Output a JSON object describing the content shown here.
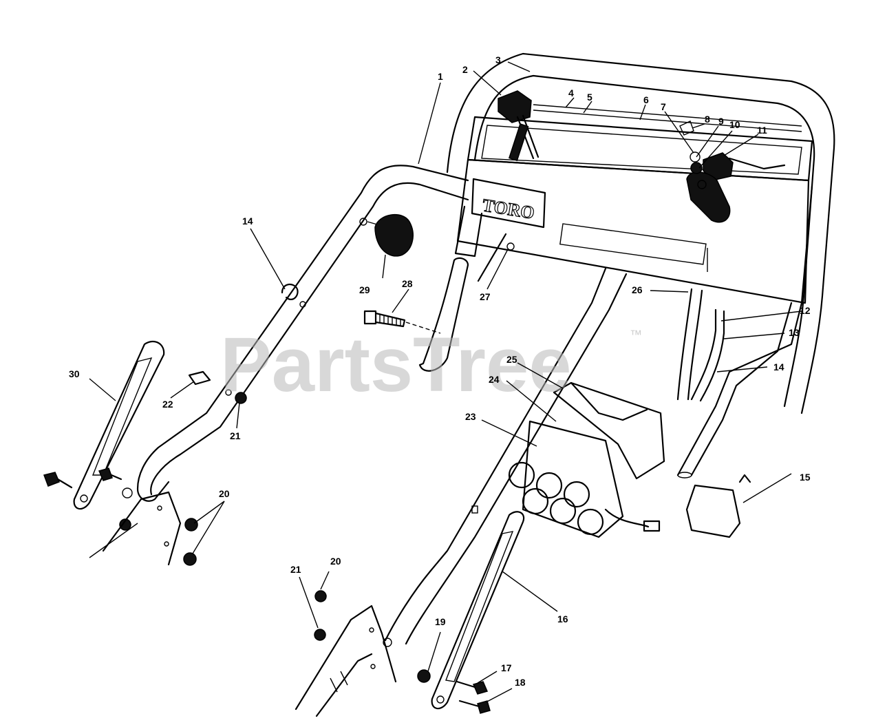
{
  "watermark": {
    "text": "PartsTree",
    "trademark": "™"
  },
  "brand_plate": {
    "text": "TORO"
  },
  "callouts": [
    {
      "id": "c1",
      "label": "1"
    },
    {
      "id": "c2",
      "label": "2"
    },
    {
      "id": "c3",
      "label": "3"
    },
    {
      "id": "c4",
      "label": "4"
    },
    {
      "id": "c5",
      "label": "5"
    },
    {
      "id": "c6",
      "label": "6"
    },
    {
      "id": "c7",
      "label": "7"
    },
    {
      "id": "c8",
      "label": "8"
    },
    {
      "id": "c9",
      "label": "9"
    },
    {
      "id": "c10",
      "label": "10"
    },
    {
      "id": "c11",
      "label": "11"
    },
    {
      "id": "c12",
      "label": "12"
    },
    {
      "id": "c13",
      "label": "13"
    },
    {
      "id": "c14a",
      "label": "14"
    },
    {
      "id": "c14b",
      "label": "14"
    },
    {
      "id": "c15",
      "label": "15"
    },
    {
      "id": "c16",
      "label": "16"
    },
    {
      "id": "c17",
      "label": "17"
    },
    {
      "id": "c18",
      "label": "18"
    },
    {
      "id": "c19",
      "label": "19"
    },
    {
      "id": "c20a",
      "label": "20"
    },
    {
      "id": "c20b",
      "label": "20"
    },
    {
      "id": "c21a",
      "label": "21"
    },
    {
      "id": "c21b",
      "label": "21"
    },
    {
      "id": "c22",
      "label": "22"
    },
    {
      "id": "c23",
      "label": "23"
    },
    {
      "id": "c24",
      "label": "24"
    },
    {
      "id": "c25",
      "label": "25"
    },
    {
      "id": "c26",
      "label": "26"
    },
    {
      "id": "c27",
      "label": "27"
    },
    {
      "id": "c28",
      "label": "28"
    },
    {
      "id": "c29",
      "label": "29"
    },
    {
      "id": "c30",
      "label": "30"
    }
  ]
}
